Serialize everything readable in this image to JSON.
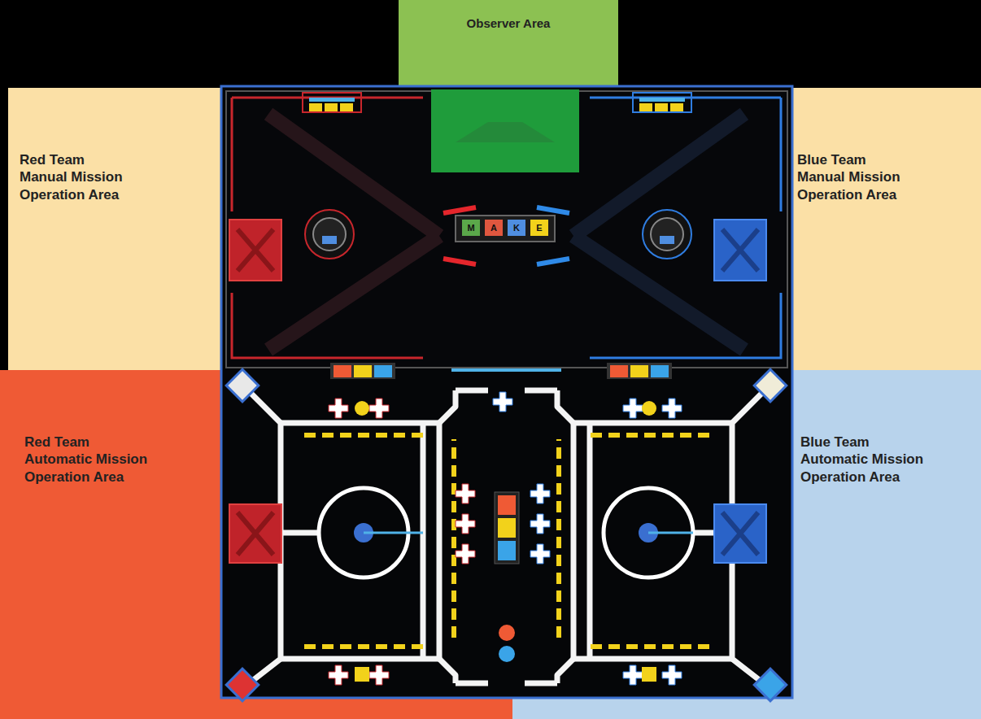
{
  "diagram": {
    "nodes": [
      {
        "text": [
          "Observer Area"
        ]
      },
      {
        "text": [
          "Red Team Manual Mission Operation Area"
        ]
      },
      {
        "text": [
          "Blue Team Manual Mission Operation Area"
        ]
      },
      {
        "text": [
          "Red Team Automatic Mission Operation Area"
        ]
      },
      {
        "text": [
          "Blue Team Automatic Mission Operation Area"
        ]
      }
    ],
    "labels": [
      "M",
      "A",
      "K",
      "E"
    ]
  }
}
